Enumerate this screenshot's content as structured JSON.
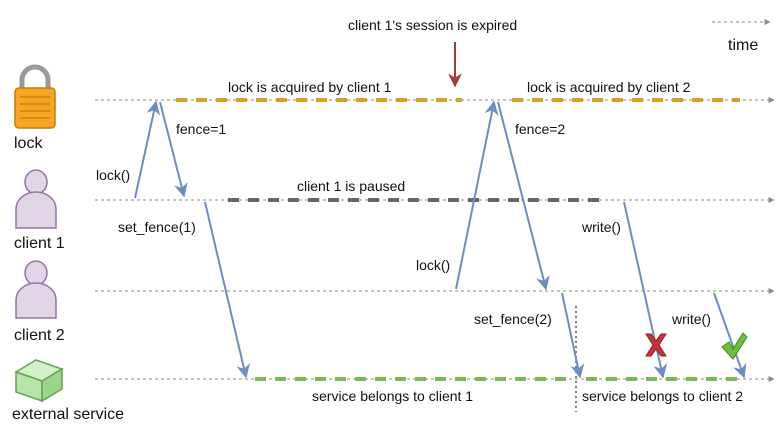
{
  "actors": {
    "lock": "lock",
    "client1": "client 1",
    "client2": "client 2",
    "service": "external service"
  },
  "time_label": "time",
  "annotations": {
    "session_expired": "client 1's session is expired",
    "lock_client1": "lock is acquired by client 1",
    "lock_client2": "lock is acquired by client 2",
    "client1_paused": "client 1 is paused",
    "service_client1": "service belongs to client 1",
    "service_client2": "service belongs to client 2"
  },
  "messages": {
    "lock_call_1": "lock()",
    "fence_1": "fence=1",
    "set_fence_1": "set_fence(1)",
    "lock_call_2": "lock()",
    "fence_2": "fence=2",
    "set_fence_2": "set_fence(2)",
    "write_1": "write()",
    "write_2": "write()"
  },
  "colors": {
    "lock_hold": "#d6a02a",
    "paused": "#666666",
    "service_hold": "#7db55a",
    "message_arrow": "#6c8ebf",
    "expired_arrow": "#a33a3a",
    "reject_mark": "#cc3333",
    "accept_mark": "#6fbf3f",
    "actor_fill": "#e1d5e7",
    "actor_stroke": "#9673a6",
    "lock_body": "#f5a623",
    "service_box": "#b5e6a8",
    "timeline": "#888888"
  },
  "icons": {
    "lock": "padlock-icon",
    "client1": "person-icon",
    "client2": "person-icon",
    "service": "cube-icon",
    "reject": "cross-icon",
    "accept": "checkmark-icon"
  }
}
